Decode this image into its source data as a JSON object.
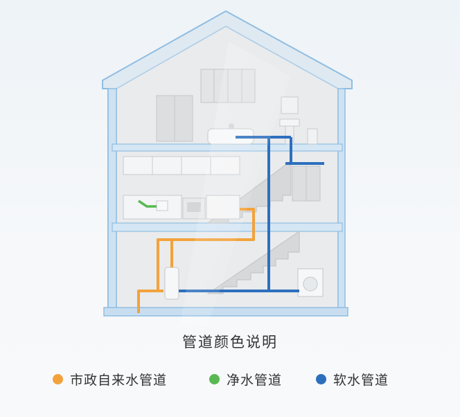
{
  "legend": {
    "title": "管道颜色说明",
    "items": [
      {
        "label": "市政自来水管道",
        "color": "#f2a23b"
      },
      {
        "label": "净水管道",
        "color": "#58b952"
      },
      {
        "label": "软水管道",
        "color": "#2d6fbd"
      }
    ]
  },
  "colors": {
    "municipal": "#f2a23b",
    "purified": "#58b952",
    "soft": "#2d6fbd",
    "frame": "#7fb4de",
    "frame_fill": "#cfe3f3",
    "wall": "#e8eaec"
  }
}
